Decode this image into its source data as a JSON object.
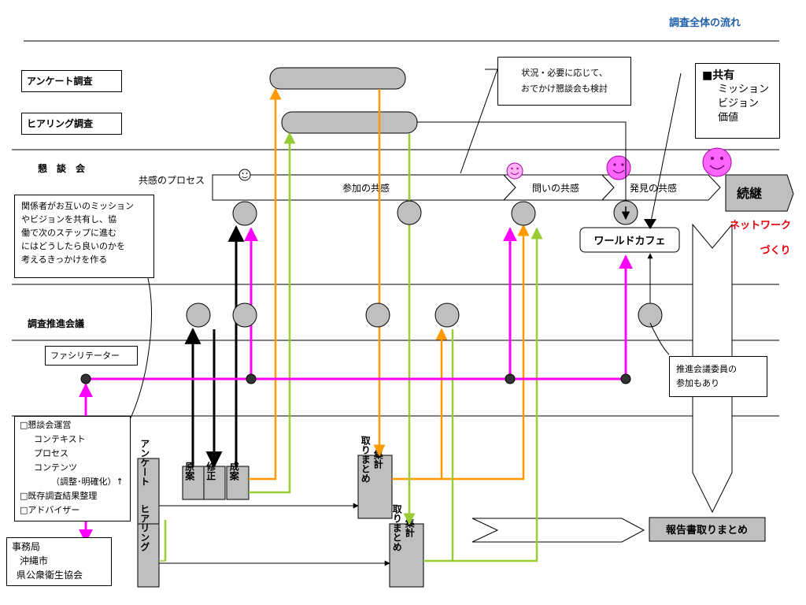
{
  "title": "調査全体の流れ",
  "rows": {
    "survey": "アンケート調査",
    "hearing": "ヒアリング調査",
    "konwakai": "懇　談　会",
    "promotion": "調査推進会議",
    "facilitator": "ファシリテーター"
  },
  "callouts": {
    "odekake": [
      "状況・必要に応じて、",
      "おでかけ懇談会も検討"
    ],
    "share_title": "■共有",
    "share_items": [
      "ミッション",
      "ビジョン",
      "価値"
    ],
    "purpose": [
      "関係者がお互いのミッション",
      "やビジョンを共有し、協",
      "働で次のステップに進む",
      "にはどうしたら良いのかを",
      "考えるきっかけを作る"
    ],
    "members": [
      "推進会議委員の",
      "参加もあり"
    ]
  },
  "process": {
    "label": "共感のプロセス",
    "phases": [
      "参加の共感",
      "問いの共感",
      "発見の共感"
    ],
    "continue": "続継",
    "network": [
      "ネットワーク",
      "づくり"
    ]
  },
  "world_cafe": "ワールドカフェ",
  "tasks": {
    "title": "□懇談会運営",
    "items": [
      "コンテキスト",
      "プロセス",
      "コンテンツ",
      "（調整･明確化）↑"
    ],
    "extra": [
      "□既存調査結果整理",
      "□アドバイザー"
    ]
  },
  "office": [
    "事務局",
    "沖縄市",
    "県公衆衛生協会"
  ],
  "vertical_labels": {
    "survey": "アンケート",
    "hearing": "ヒアリング",
    "draft": "原案",
    "revise": "修正",
    "final": "成案",
    "agg1_a": "集計",
    "agg1_b": "取りまとめ",
    "agg2_a": "集計",
    "agg2_b": "取りまとめ"
  },
  "report": "報告書取りまとめ",
  "colors": {
    "magenta": "#ff00ff",
    "orange": "#ff9900",
    "green": "#99cc33",
    "gray": "#bfbfbf",
    "title_blue": "#1f5fa8",
    "red": "#e8000b"
  }
}
